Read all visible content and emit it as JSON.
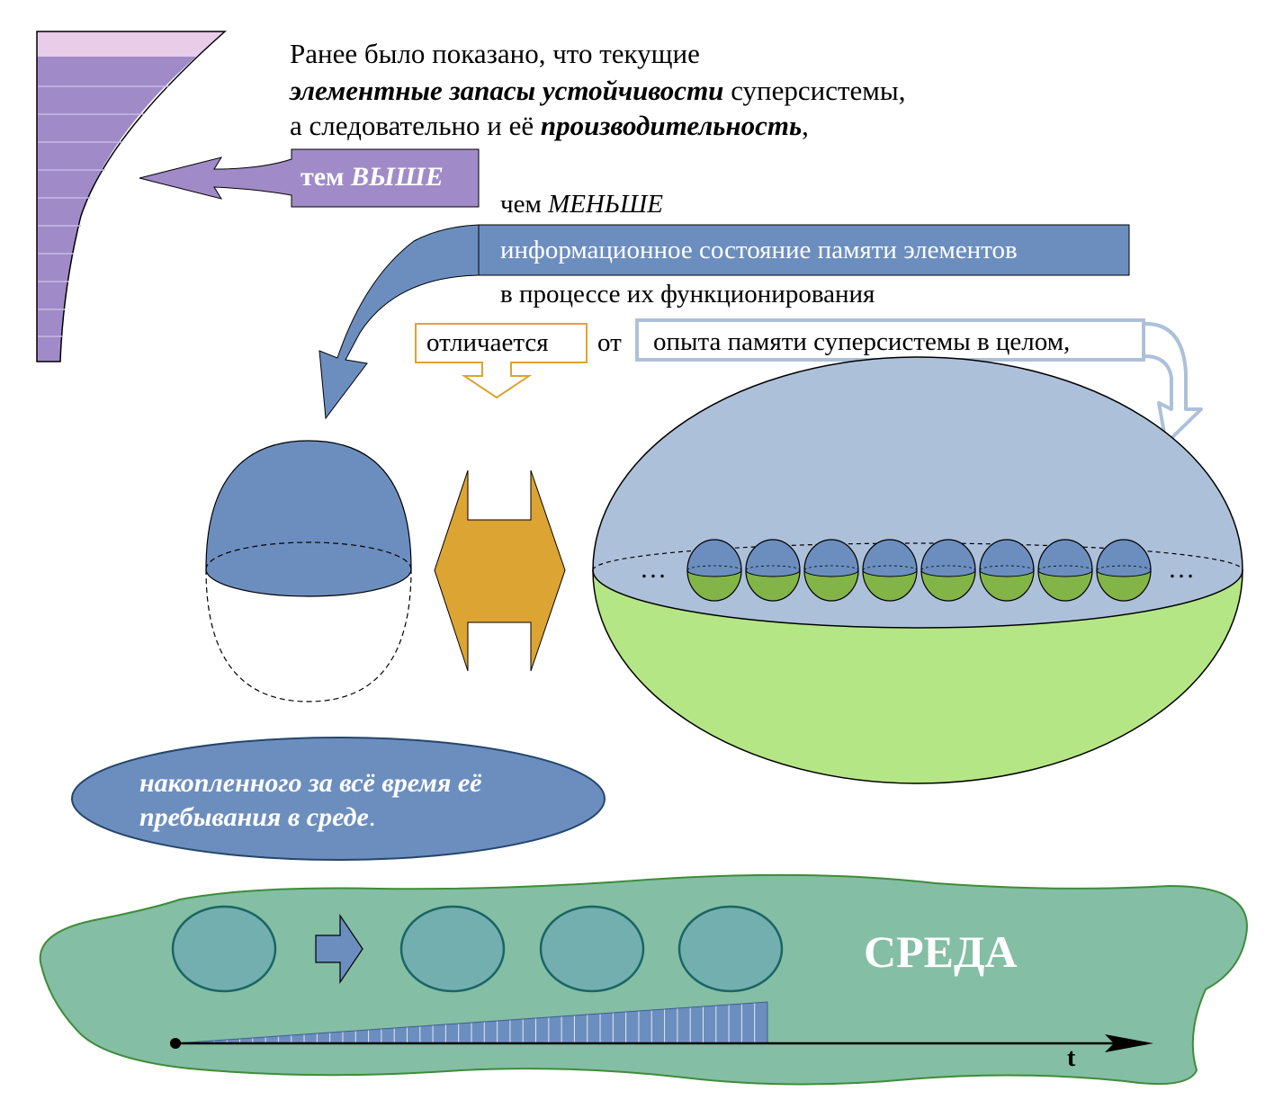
{
  "intro": {
    "line1": "Ранее было показано, что текущие",
    "line2_bold": "элементные запасы устойчивости",
    "line2_rest": " суперсистемы,",
    "line3_start": "а следовательно и её ",
    "line3_bold": "производительность",
    "line3_end": ","
  },
  "higher_arrow": {
    "prefix": "тем ",
    "emph": "ВЫШЕ"
  },
  "less_line": {
    "prefix": "чем ",
    "emph": "МЕНЬШЕ"
  },
  "info_state_label": "информационное состояние памяти элементов",
  "process_label": "в процессе их функционирования",
  "differs_label": "отличается",
  "from_label": "от",
  "experience_label": "опыта памяти суперсистемы в целом,",
  "accumulated_line1": "накопленного за всё время её",
  "accumulated_line2": "пребывания в среде",
  "accumulated_end": ".",
  "environment_label": "СРЕДА",
  "time_axis_label": "t",
  "ellipsis": "…",
  "colors": {
    "purple": "#a08bc8",
    "purple_light": "#e8cce8",
    "steel_blue": "#6c8ebf",
    "light_blue": "#adc0da",
    "light_green": "#b5e685",
    "green": "#82b447",
    "gold": "#dca432",
    "environment": "#84bea4",
    "teal": "#74afb0"
  }
}
